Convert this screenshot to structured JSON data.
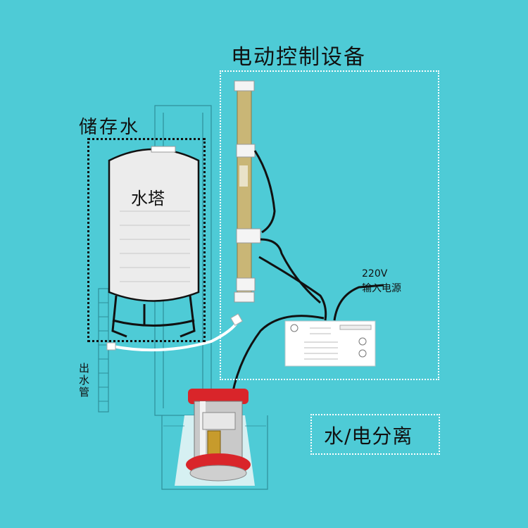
{
  "labels": {
    "control_equipment": "电动控制设备",
    "storage_water": "储存水",
    "water_tower": "水塔",
    "power_input_voltage": "220V",
    "power_input": "输入电源",
    "outlet_pipe": "出\n水\n管",
    "water_electric_separation": "水/电分离"
  },
  "colors": {
    "background": "#4ecbd6",
    "dotted_frame": "#ffffff",
    "storage_frame": "#111111",
    "tank": "#e9e9e9",
    "cable": "#111111",
    "pump_red": "#d9252a"
  }
}
